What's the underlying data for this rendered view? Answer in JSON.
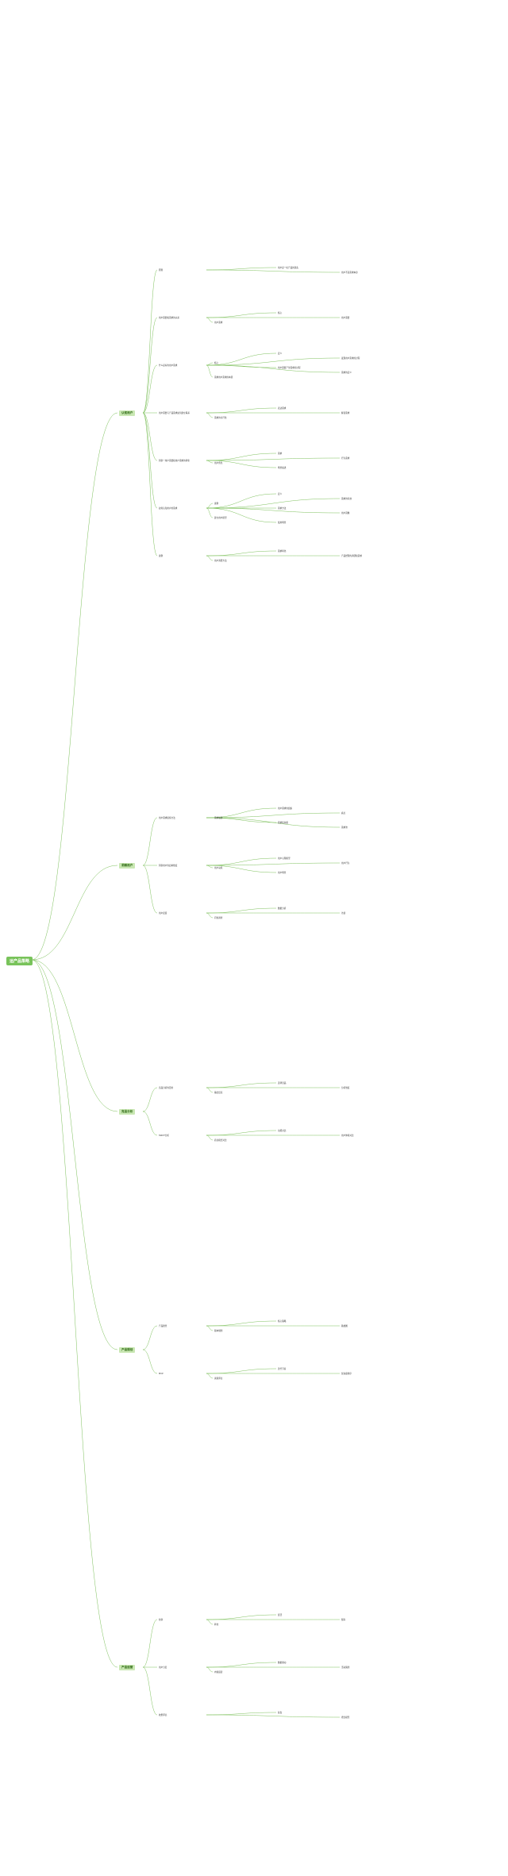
{
  "root": "运产品策略",
  "palette": {
    "root": "#78c35a",
    "branch": "#c9e7b3",
    "line": "#7cc05a"
  },
  "branches": [
    {
      "label": "认知用户",
      "groups": [
        {
          "items": [
            "原则",
            "用户是一切产品的源头",
            "用户不是需求本身"
          ]
        },
        {
          "items": [
            "用户需要和需求的关系",
            "核心",
            "用户需要",
            "用户需求"
          ]
        },
        {
          "items": [
            "什么是好的用户需求",
            "定义",
            "发现用户需求的过程",
            "核心",
            "用户需要产生需求的过程",
            "需求的定义",
            "需求用户需求的本质"
          ]
        },
        {
          "items": [
            "用户需要与产品需求如何建立联系",
            "表达需求",
            "解读需求",
            "需求的可行性"
          ]
        },
        {
          "items": [
            "洞察一用户需要和用户需求的转化",
            "需求",
            "行为需求",
            "用户角色",
            "场景描述"
          ]
        },
        {
          "items": [
            "如何认知用户的需求",
            "定义",
            "需求的有效",
            "案例",
            "需求方法",
            "用户画像",
            "建立用户模型",
            "使用场景"
          ]
        },
        {
          "items": [
            "案例",
            "需求转化",
            "产品经理的调研和需求",
            "用户调研方法"
          ]
        }
      ]
    },
    {
      "label": "洞察用户",
      "groups": [
        {
          "items": [
            "用户需求提炼方法",
            "用户需求的组织",
            "痛点",
            "需求描述",
            "需求优先级",
            "需求池"
          ]
        },
        {
          "items": [
            "洞察用户的四种维度",
            "用户心理模型",
            "用户行为",
            "用户动机",
            "用户场景"
          ]
        },
        {
          "items": [
            "用户反馈",
            "数据分析",
            "访谈",
            "问卷调查"
          ]
        }
      ]
    },
    {
      "label": "竞品分析",
      "groups": [
        {
          "items": [
            "竞品分析的目的",
            "选择竞品",
            "分析维度",
            "输出结论"
          ]
        },
        {
          "items": [
            "SWOT分析",
            "功能对比",
            "用户体验对比",
            "商业模式对比"
          ]
        }
      ]
    },
    {
      "label": "产品规划",
      "groups": [
        {
          "items": [
            "产品愿景",
            "核心策略",
            "路线图",
            "版本规划"
          ]
        },
        {
          "items": [
            "MVP",
            "迭代节奏",
            "优先级排序",
            "资源评估"
          ]
        }
      ]
    },
    {
      "label": "产品运营",
      "groups": [
        {
          "items": [
            "拉新",
            "促活",
            "留存",
            "转化"
          ]
        },
        {
          "items": [
            "用户分层",
            "数据驱动",
            "活动策划",
            "内容运营"
          ]
        },
        {
          "items": [
            "效果评估",
            "复盘",
            "增长模型"
          ]
        }
      ]
    }
  ]
}
